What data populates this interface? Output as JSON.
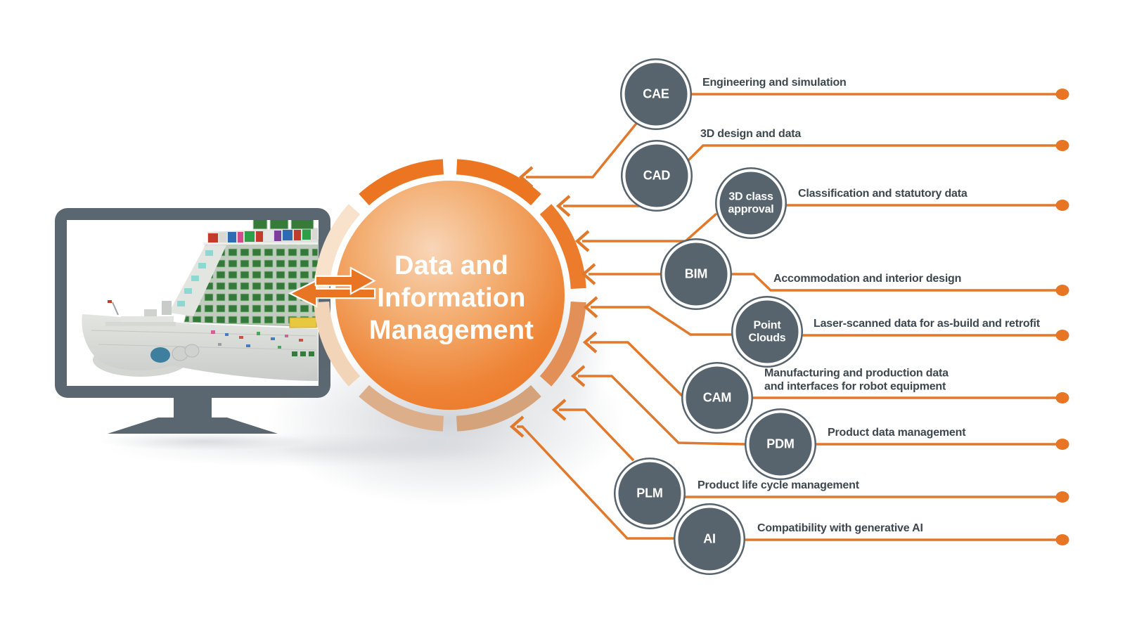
{
  "title": "Data and\nInformation\nManagement",
  "nodes": [
    {
      "id": "cae",
      "label": "CAE",
      "description": "Engineering and simulation"
    },
    {
      "id": "cad",
      "label": "CAD",
      "description": "3D design and data"
    },
    {
      "id": "class3d",
      "label": "3D class\napproval",
      "description": "Classification and statutory data"
    },
    {
      "id": "bim",
      "label": "BIM",
      "description": "Accommodation and interior design"
    },
    {
      "id": "pointclouds",
      "label": "Point\nClouds",
      "description": "Laser-scanned data for as-build and retrofit"
    },
    {
      "id": "cam",
      "label": "CAM",
      "description": "Manufacturing and production data\nand interfaces for robot equipment"
    },
    {
      "id": "pdm",
      "label": "PDM",
      "description": "Product data management"
    },
    {
      "id": "plm",
      "label": "PLM",
      "description": "Product life cycle management"
    },
    {
      "id": "ai",
      "label": "AI",
      "description": "Compatibility with generative AI"
    }
  ],
  "icons": {
    "swap_arrows_icon": "⇄",
    "arrow_left_icon": "←",
    "endpoint_dot": "●",
    "monitor_icon": "display with 3D-scanned cruise ship model"
  },
  "colors": {
    "accent_orange": "#e87524",
    "line_orange": "#e0792b",
    "ring_dark": "#ec7522",
    "ring_tan": "#d4a37c",
    "ring_light": "#f4d7ba",
    "node_fill": "#57646d",
    "text_dark": "#3d474e",
    "monitor_frame": "#5b6770",
    "circle_center": "#f8d6b8"
  }
}
